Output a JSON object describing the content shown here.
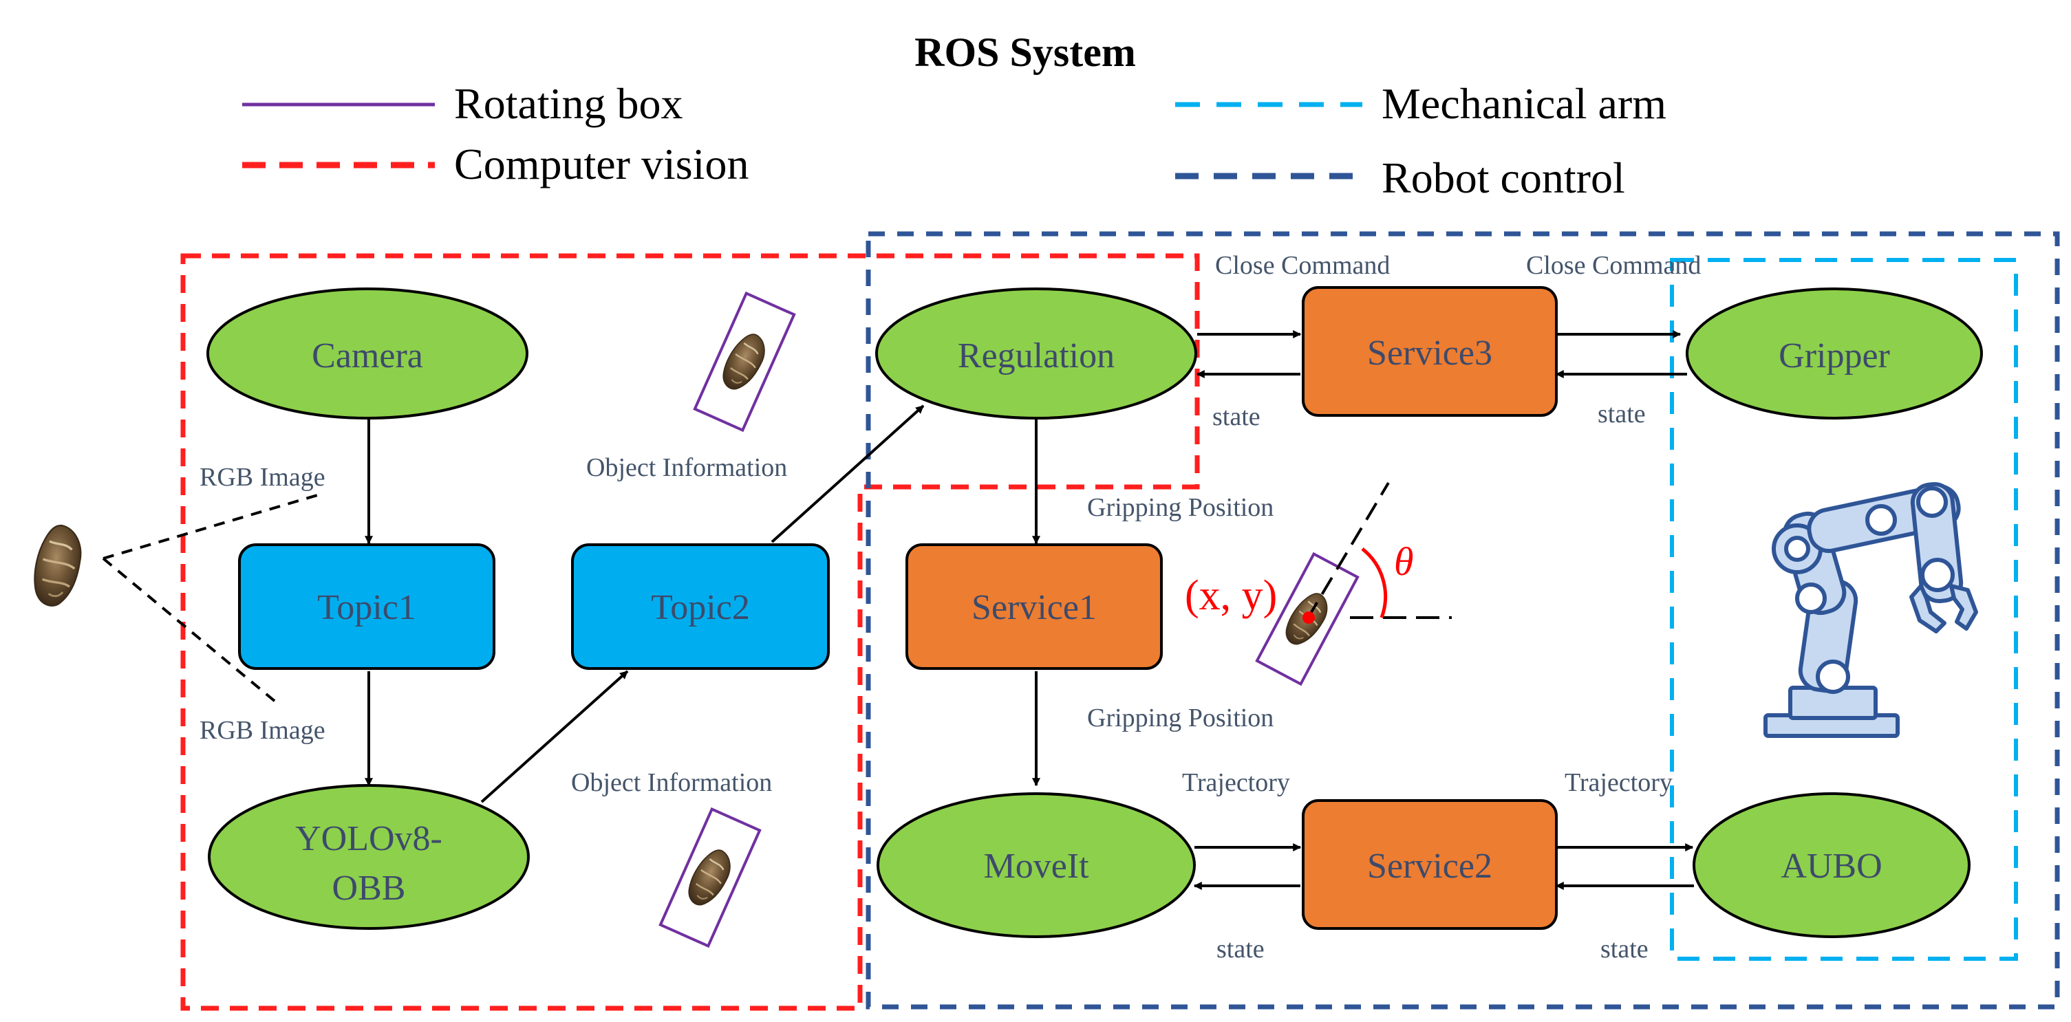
{
  "title": "ROS System",
  "legend": {
    "rotating_box": "Rotating box",
    "computer_vision": "Computer vision",
    "mechanical_arm": "Mechanical arm",
    "robot_control": "Robot control"
  },
  "nodes": {
    "camera": "Camera",
    "topic1": "Topic1",
    "topic2": "Topic2",
    "yolo_line1": "YOLOv8-",
    "yolo_line2": "OBB",
    "regulation": "Regulation",
    "service3": "Service3",
    "gripper": "Gripper",
    "service1": "Service1",
    "moveit": "MoveIt",
    "service2": "Service2",
    "aubo": "AUBO"
  },
  "labels": {
    "rgb_image_top": "RGB Image",
    "rgb_image_bottom": "RGB Image",
    "object_info_top": "Object Information",
    "object_info_bottom": "Object Information",
    "close_cmd_left": "Close Command",
    "close_cmd_right": "Close Command",
    "state_reg": "state",
    "state_gripper": "state",
    "gripping_pos_top": "Gripping Position",
    "gripping_pos_bottom": "Gripping Position",
    "trajectory_left": "Trajectory",
    "trajectory_right": "Trajectory",
    "state_moveit": "state",
    "state_aubo": "state",
    "coord": "(x, y)",
    "theta": "θ"
  },
  "colors": {
    "ellipse_fill": "#8dd04b",
    "topic_fill": "#00aeef",
    "service_fill": "#ed7d31",
    "node_text": "#3d4a6b",
    "label_text": "#44546a",
    "cv_dash": "#ff1f1f",
    "robot_dash": "#2f5597",
    "arm_dash": "#00b0f0",
    "rotating_box": "#7030a0",
    "arm_icon": "#c6d9f1",
    "arm_stroke": "#2f5597",
    "annot_red": "#ff0000"
  },
  "icons": {
    "object": "oyster-icon",
    "robot_arm": "robot-arm-icon"
  }
}
